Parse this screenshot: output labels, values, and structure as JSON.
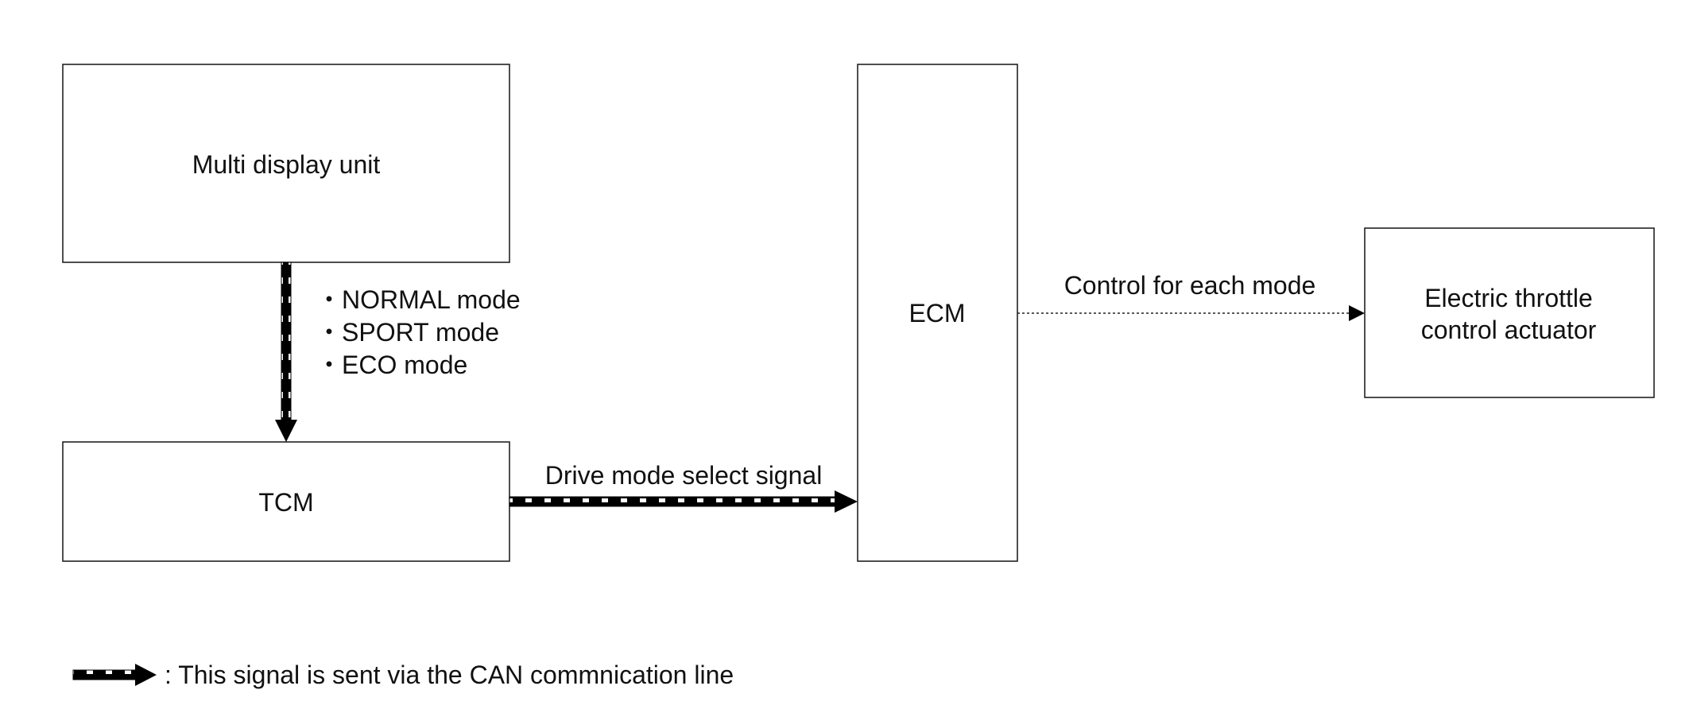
{
  "nodes": {
    "multi_display_unit": "Multi display unit",
    "tcm": "TCM",
    "ecm": "ECM",
    "actuator_line1": "Electric throttle",
    "actuator_line2": "control actuator"
  },
  "signals": {
    "modes": [
      "・NORMAL mode",
      "・SPORT mode",
      "・ECO mode"
    ],
    "drive_mode_select": "Drive mode select signal",
    "control_each_mode": "Control for each mode"
  },
  "legend": {
    "can_line": ": This signal is sent via the CAN commnication line"
  }
}
